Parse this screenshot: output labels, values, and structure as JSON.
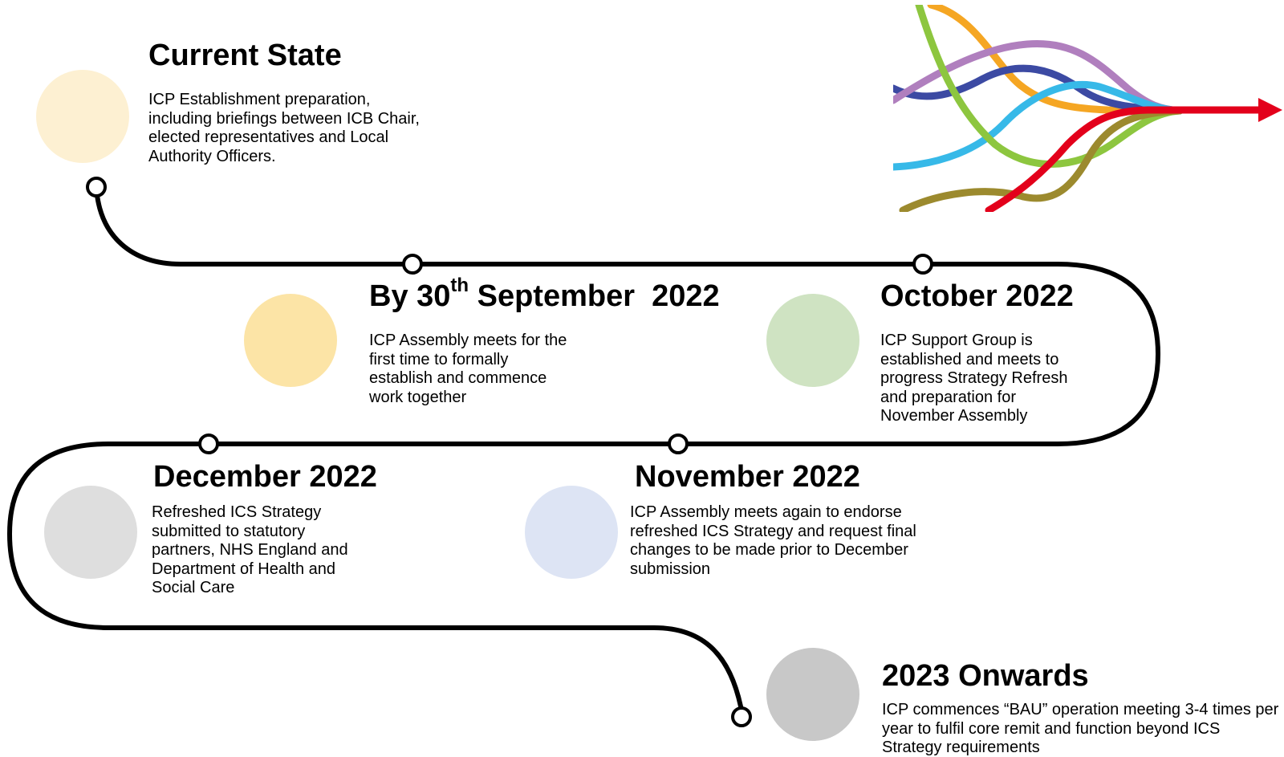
{
  "colors": {
    "path_stroke": "#000000",
    "node_fill": "#ffffff",
    "circle_current": "#fdf0d2",
    "circle_september": "#fce4a6",
    "circle_october": "#cfe3c2",
    "circle_december": "#dedede",
    "circle_november": "#dde4f4",
    "circle_onwards": "#c8c8c8",
    "ribbon_orange": "#f5a623",
    "ribbon_purple": "#b07fbe",
    "ribbon_navy": "#3c4aa3",
    "ribbon_cyan": "#37b9e8",
    "ribbon_green": "#8dc63f",
    "ribbon_olive": "#9c8a2e",
    "ribbon_red": "#e3001b"
  },
  "milestones": {
    "current": {
      "title": "Current State",
      "body": "ICP Establishment preparation, including briefings between ICB Chair, elected representatives and Local Authority Officers."
    },
    "september": {
      "title_prefix": "By 30",
      "title_sup": "th",
      "title_suffix": " September  2022",
      "body": "ICP Assembly meets for the first time to formally establish and commence work together"
    },
    "october": {
      "title": "October 2022",
      "body": "ICP Support Group is established and meets to progress Strategy Refresh and preparation for November Assembly"
    },
    "december": {
      "title": "December 2022",
      "body": "Refreshed ICS Strategy submitted to statutory partners, NHS England and Department of Health and Social Care"
    },
    "november": {
      "title": "November 2022",
      "body": "ICP Assembly meets again to endorse refreshed ICS Strategy and request final changes to be made prior to December submission"
    },
    "onwards": {
      "title": "2023 Onwards",
      "body": "ICP commences “BAU” operation meeting 3-4 times per year to fulfil core remit and function beyond ICS Strategy requirements"
    }
  }
}
